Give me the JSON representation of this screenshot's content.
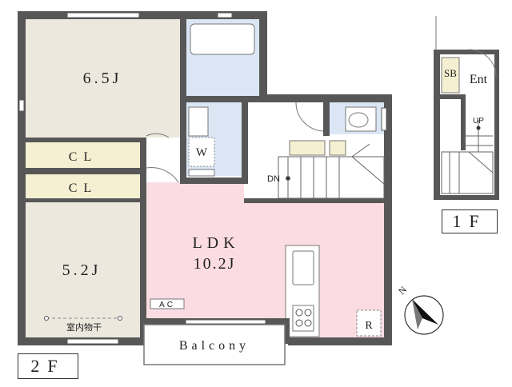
{
  "rooms": {
    "bedroom_top": "6.5J",
    "bedroom_bottom": "5.2J",
    "closet_top": "CL",
    "closet_bottom": "CL",
    "ldk_name": "LDK",
    "ldk_size": "10.2J",
    "washroom": "W",
    "shoebox": "SB",
    "entrance": "Ent",
    "balcony": "Balcony",
    "ac": "AC",
    "fridge": "R",
    "indoor_dry": "室内物干"
  },
  "stairs": {
    "down": "DN",
    "up": "UP"
  },
  "floors": {
    "second": "2F",
    "first": "1F"
  },
  "compass": {
    "north": "N"
  },
  "colors": {
    "wall": "#575757",
    "bedroom": "#ece8de",
    "closet": "#f5f0d2",
    "ldk": "#fbdce3",
    "wet_area": "#dbe6f5",
    "white": "#ffffff"
  }
}
